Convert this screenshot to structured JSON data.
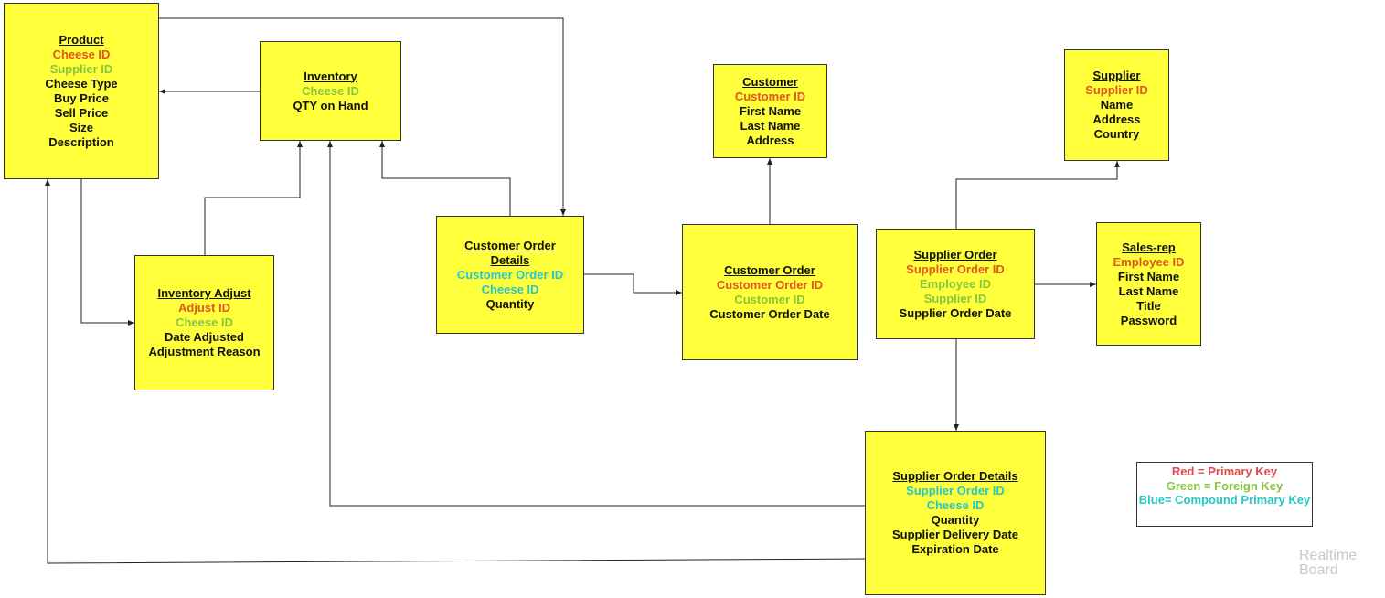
{
  "entities": {
    "product": {
      "title": "Product",
      "fields": [
        {
          "text": "Cheese ID",
          "kind": "pk"
        },
        {
          "text": "Supplier ID",
          "kind": "fk"
        },
        {
          "text": "Cheese Type",
          "kind": "plain"
        },
        {
          "text": "Buy Price",
          "kind": "plain"
        },
        {
          "text": "Sell Price",
          "kind": "plain"
        },
        {
          "text": "Size",
          "kind": "plain"
        },
        {
          "text": "Description",
          "kind": "plain"
        }
      ]
    },
    "inventory": {
      "title": "Inventory",
      "fields": [
        {
          "text": "Cheese ID",
          "kind": "fk"
        },
        {
          "text": "QTY on Hand",
          "kind": "plain"
        }
      ]
    },
    "inventory_adjust": {
      "title": "Inventory Adjust",
      "fields": [
        {
          "text": "Adjust ID",
          "kind": "pk"
        },
        {
          "text": "Cheese ID",
          "kind": "fk"
        },
        {
          "text": "Date Adjusted",
          "kind": "plain"
        },
        {
          "text": "Adjustment Reason",
          "kind": "plain"
        }
      ]
    },
    "customer_order_details": {
      "title": "Customer Order Details",
      "fields": [
        {
          "text": "Customer Order ID",
          "kind": "ck"
        },
        {
          "text": "Cheese ID",
          "kind": "ck"
        },
        {
          "text": "Quantity",
          "kind": "plain"
        }
      ]
    },
    "customer": {
      "title": "Customer",
      "fields": [
        {
          "text": "Customer ID",
          "kind": "pk"
        },
        {
          "text": "First Name",
          "kind": "plain"
        },
        {
          "text": "Last Name",
          "kind": "plain"
        },
        {
          "text": "Address",
          "kind": "plain"
        }
      ]
    },
    "customer_order": {
      "title": "Customer Order",
      "fields": [
        {
          "text": "Customer Order ID",
          "kind": "pk"
        },
        {
          "text": "Customer ID",
          "kind": "fk"
        },
        {
          "text": "Customer Order Date",
          "kind": "plain"
        }
      ]
    },
    "supplier": {
      "title": "Supplier",
      "fields": [
        {
          "text": "Supplier ID",
          "kind": "pk"
        },
        {
          "text": "Name",
          "kind": "plain"
        },
        {
          "text": "Address",
          "kind": "plain"
        },
        {
          "text": "Country",
          "kind": "plain"
        }
      ]
    },
    "supplier_order": {
      "title": "Supplier Order",
      "fields": [
        {
          "text": "Supplier Order ID",
          "kind": "pk"
        },
        {
          "text": "Employee ID",
          "kind": "fk"
        },
        {
          "text": "Supplier ID",
          "kind": "fk"
        },
        {
          "text": "Supplier Order Date",
          "kind": "plain"
        }
      ]
    },
    "sales_rep": {
      "title": "Sales-rep",
      "fields": [
        {
          "text": "Employee ID",
          "kind": "pk"
        },
        {
          "text": "First Name",
          "kind": "plain"
        },
        {
          "text": "Last Name",
          "kind": "plain"
        },
        {
          "text": "Title",
          "kind": "plain"
        },
        {
          "text": "Password",
          "kind": "plain"
        }
      ]
    },
    "supplier_order_details": {
      "title": "Supplier Order Details",
      "fields": [
        {
          "text": "Supplier Order ID",
          "kind": "ck"
        },
        {
          "text": "Cheese ID",
          "kind": "ck"
        },
        {
          "text": "Quantity",
          "kind": "plain"
        },
        {
          "text": "Supplier Delivery Date",
          "kind": "plain"
        },
        {
          "text": "Expiration Date",
          "kind": "plain"
        }
      ]
    }
  },
  "legend": {
    "red": "Red =  Primary Key",
    "green": "Green = Foreign Key",
    "blue": "Blue=  Compound Primary Key"
  },
  "watermark": "Realtime Board",
  "colors": {
    "entity_fill": "#ffff3c",
    "primary_key": "#e2561e",
    "foreign_key": "#86c63f",
    "compound_key": "#27c7c7"
  }
}
